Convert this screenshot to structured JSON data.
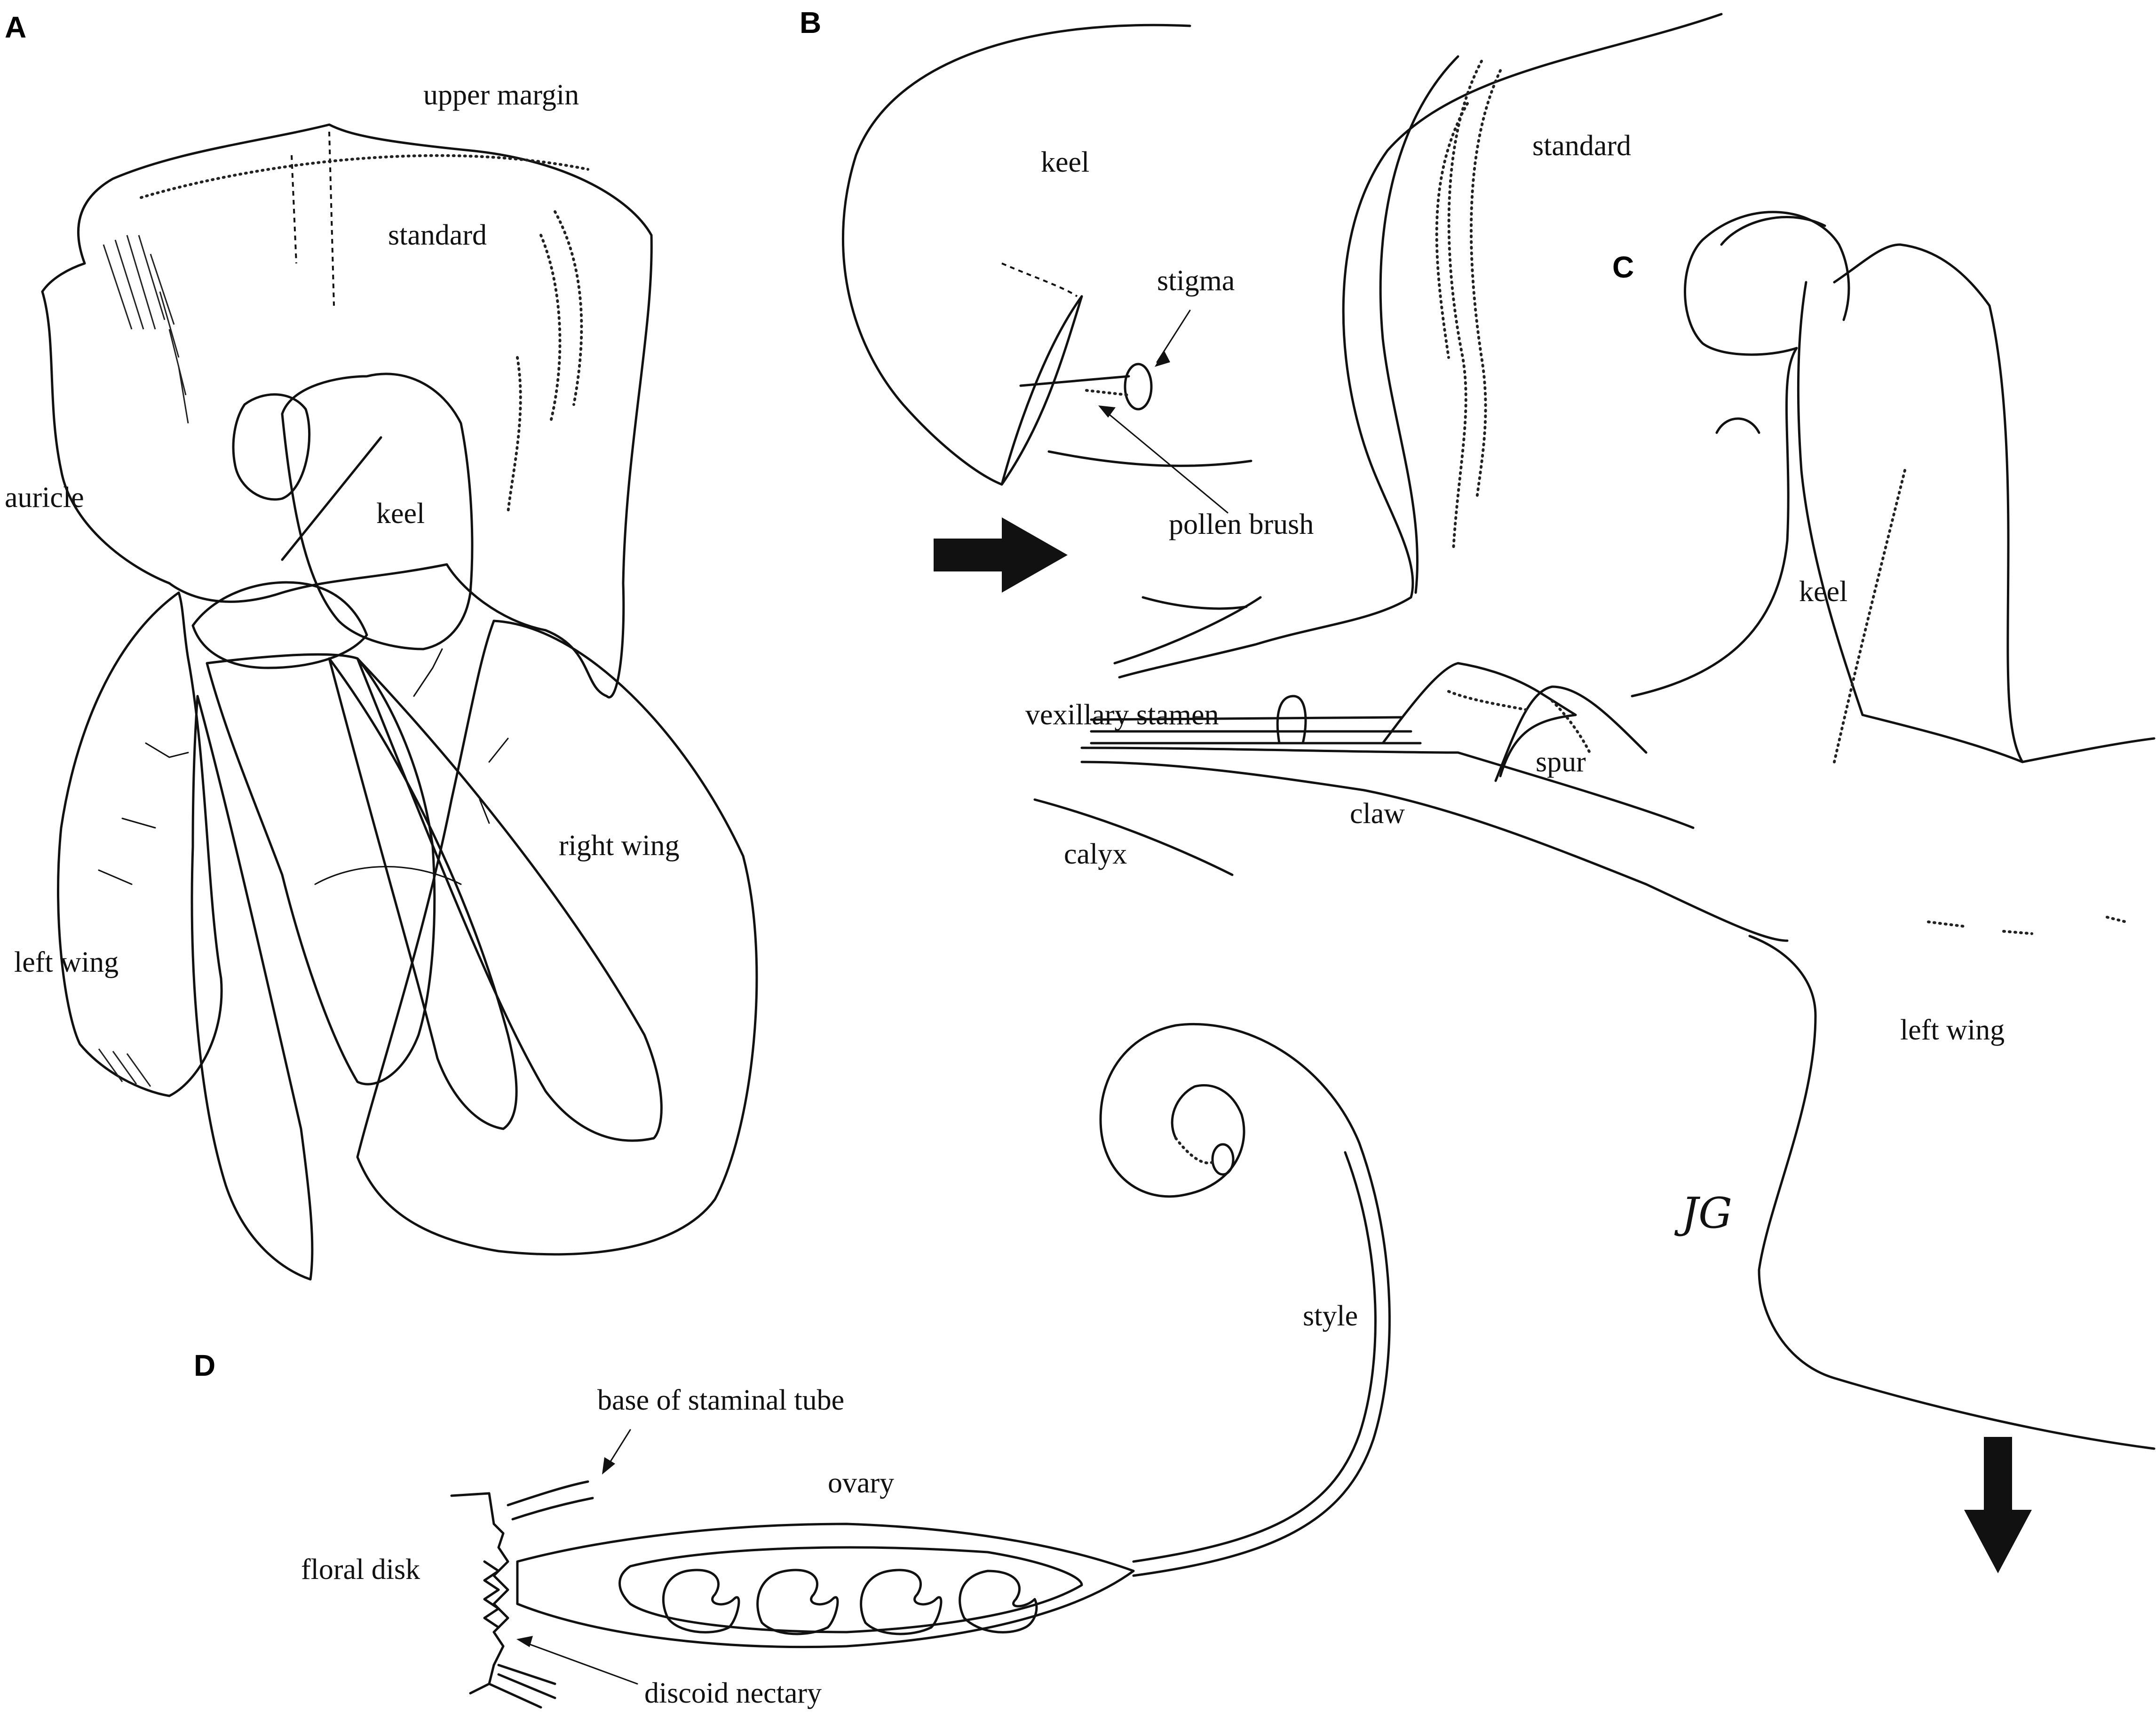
{
  "panels": {
    "A": {
      "letter": "A",
      "labels": {
        "upper_margin": "upper margin",
        "standard": "standard",
        "auricle": "auricle",
        "keel": "keel",
        "right_wing": "right wing",
        "left_wing": "left wing"
      }
    },
    "B": {
      "letter": "B",
      "labels": {
        "keel": "keel",
        "stigma": "stigma",
        "pollen_brush": "pollen brush"
      }
    },
    "C": {
      "letter": "C",
      "labels": {
        "standard": "standard",
        "keel": "keel",
        "vexillary_stamen": "vexillary stamen",
        "spur": "spur",
        "claw": "claw",
        "calyx": "calyx",
        "left_wing": "left wing"
      }
    },
    "D": {
      "letter": "D",
      "labels": {
        "style": "style",
        "base_of_staminal_tube": "base of staminal tube",
        "ovary": "ovary",
        "floral_disk": "floral disk",
        "discoid_nectary": "discoid nectary"
      }
    }
  },
  "signature": "JG",
  "colors": {
    "ink": "#111111",
    "background": "#ffffff"
  }
}
